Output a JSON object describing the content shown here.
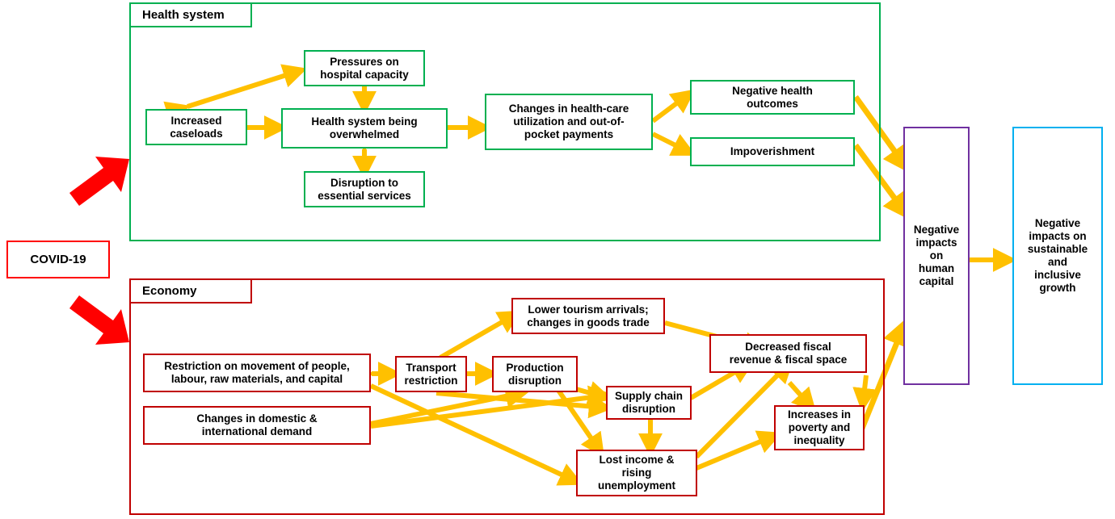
{
  "diagram": {
    "title_source": "COVID-19 impact pathways diagram",
    "colors": {
      "health_border": "#00B050",
      "economy_border": "#C00000",
      "covid_border": "#FF0000",
      "human_capital_border": "#7030A0",
      "growth_border": "#00B0F0",
      "arrow": "#FFC000",
      "shock_arrow": "#FF0000"
    }
  },
  "source": {
    "label": "COVID-19"
  },
  "health_system": {
    "group_label": "Health system",
    "nodes": [
      {
        "id": "increased-caseloads",
        "label": "Increased\ncaseloads"
      },
      {
        "id": "pressures-hospital-capacity",
        "label": "Pressures on\nhospital capacity"
      },
      {
        "id": "health-system-overwhelmed",
        "label": "Health system being\noverwhelmed"
      },
      {
        "id": "disruption-essential-services",
        "label": "Disruption to\nessential services"
      },
      {
        "id": "changes-healthcare-utilization",
        "label": "Changes in health-care\nutilization and out-of-\npocket payments"
      },
      {
        "id": "negative-health-outcomes",
        "label": "Negative health\noutcomes"
      },
      {
        "id": "impoverishment",
        "label": "Impoverishment"
      }
    ]
  },
  "economy": {
    "group_label": "Economy",
    "nodes": [
      {
        "id": "restriction-on-movement",
        "label": "Restriction on movement of people,\nlabour, raw materials, and capital"
      },
      {
        "id": "changes-in-demand",
        "label": "Changes in domestic &\ninternational demand"
      },
      {
        "id": "transport-restriction",
        "label": "Transport\nrestriction"
      },
      {
        "id": "production-disruption",
        "label": "Production\ndisruption"
      },
      {
        "id": "lower-tourism-arrivals",
        "label": "Lower tourism arrivals;\nchanges in goods trade"
      },
      {
        "id": "supply-chain-disruption",
        "label": "Supply chain\ndisruption"
      },
      {
        "id": "lost-income-unemployment",
        "label": "Lost income &\nrising\nunemployment"
      },
      {
        "id": "decreased-fiscal-revenue",
        "label": "Decreased fiscal\nrevenue & fiscal space"
      },
      {
        "id": "increases-poverty-inequality",
        "label": "Increases in\npoverty and\ninequality"
      }
    ]
  },
  "outcomes": {
    "human_capital": {
      "label": "Negative\nimpacts\non\nhuman\ncapital"
    },
    "growth": {
      "label": "Negative\nimpacts on\nsustainable\nand\ninclusive\ngrowth"
    }
  }
}
